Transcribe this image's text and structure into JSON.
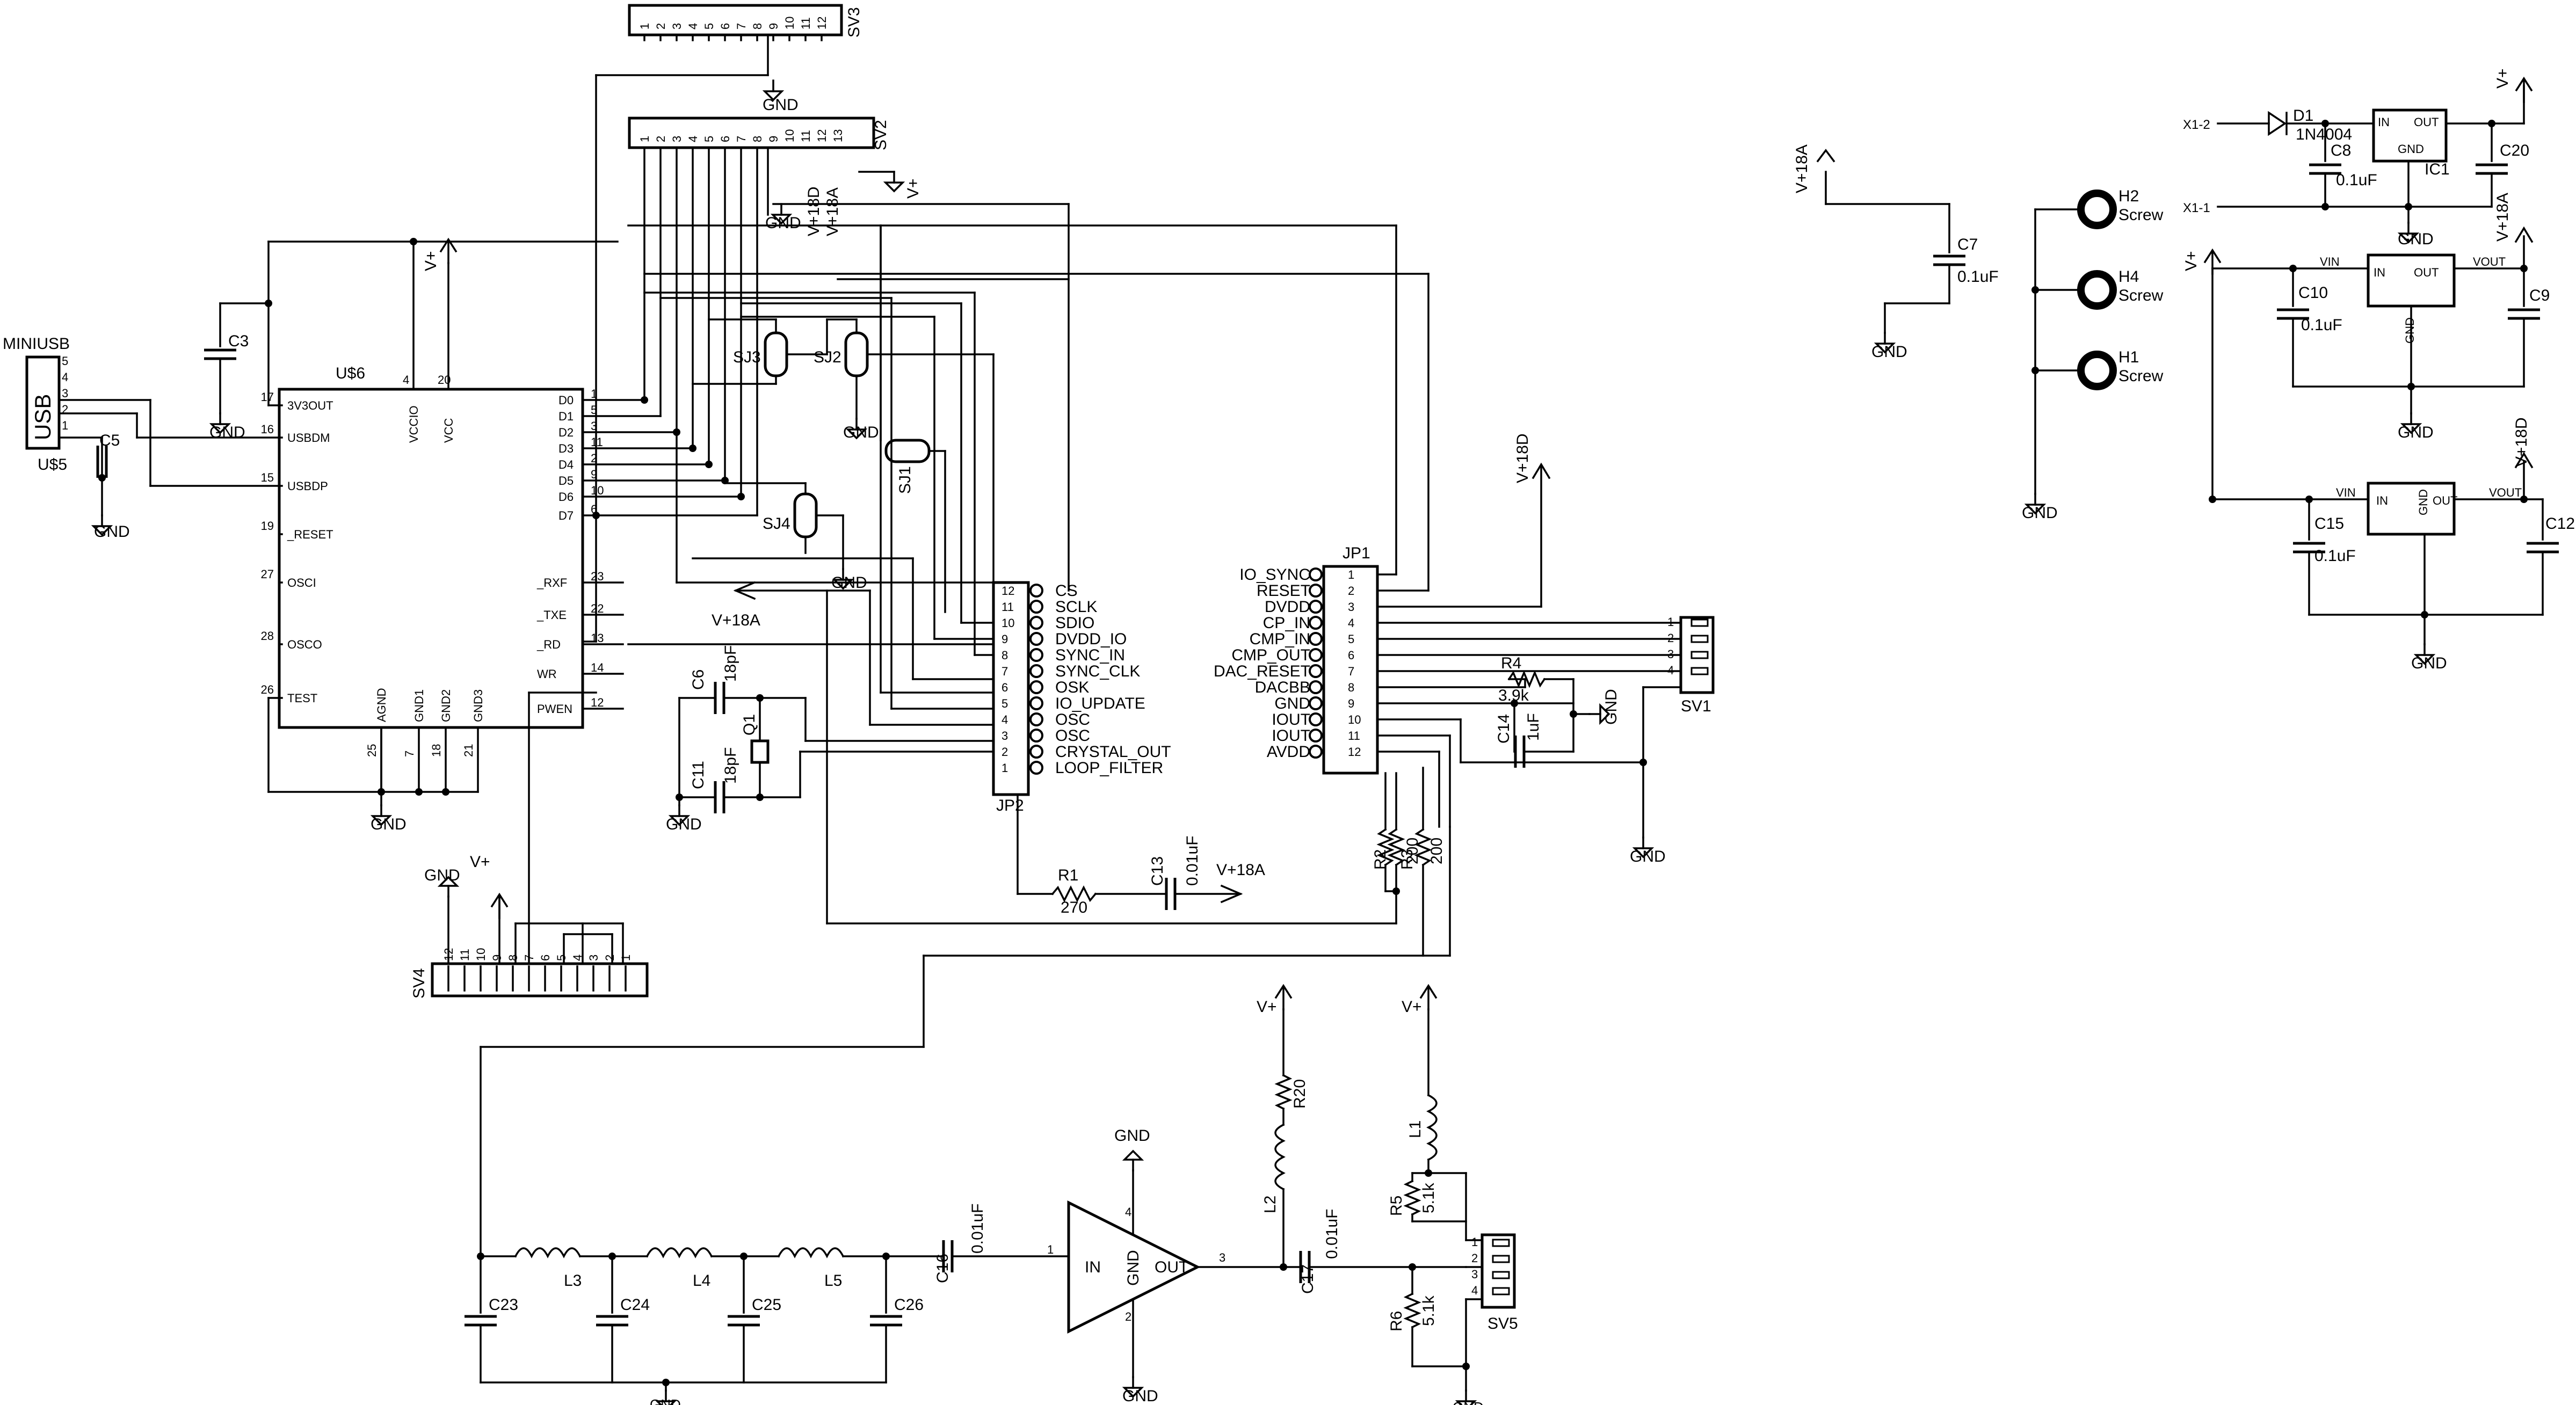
{
  "parts": {
    "u6": {
      "ref": "U$6",
      "left_pins": [
        "3V3OUT",
        "USBDM",
        "USBDP",
        "_RESET",
        "OSCI",
        "OSCO",
        "TEST"
      ],
      "left_nums": [
        "17",
        "16",
        "15",
        "19",
        "27",
        "28",
        "26"
      ],
      "right_pins": [
        "D0",
        "D1",
        "D2",
        "D3",
        "D4",
        "D5",
        "D6",
        "D7"
      ],
      "right_nums": [
        "1",
        "5",
        "3",
        "11",
        "2",
        "9",
        "10",
        "6"
      ],
      "right_pins2": [
        "_RXF",
        "_TXE",
        "_RD",
        "WR",
        "PWEN"
      ],
      "right_nums2": [
        "23",
        "22",
        "13",
        "14",
        "12"
      ],
      "top_pins": [
        "VCCIO",
        "VCC"
      ],
      "top_nums": [
        "4",
        "20"
      ],
      "bot_pins": [
        "AGND",
        "GND1",
        "GND2",
        "GND3"
      ],
      "bot_nums": [
        "25",
        "7",
        "18",
        "21"
      ]
    },
    "usb": {
      "conn": "MINIUSB",
      "body": "USB",
      "ref": "U$5",
      "pins": [
        "5",
        "4",
        "3",
        "2",
        "1"
      ]
    },
    "jp1": {
      "ref": "JP1",
      "pins": [
        "IO_SYNC",
        "RESET",
        "DVDD",
        "CP_IN",
        "CMP_IN",
        "CMP_OUT",
        "DAC_RESET",
        "DACBB",
        "GND",
        "IOUT",
        "IOUT",
        "AVDD"
      ]
    },
    "jp2": {
      "ref": "JP2",
      "pins": [
        "CS",
        "SCLK",
        "SDIO",
        "DVDD_IO",
        "SYNC_IN",
        "SYNC_CLK",
        "OSK",
        "IO_UPDATE",
        "OSC",
        "OSC",
        "CRYSTAL_OUT",
        "LOOP_FILTER"
      ],
      "nums": [
        "12",
        "11",
        "10",
        "9",
        "8",
        "7",
        "6",
        "5",
        "4",
        "3",
        "2",
        "1"
      ]
    },
    "sv1": {
      "ref": "SV1",
      "pins": [
        "1",
        "2",
        "3",
        "4"
      ]
    },
    "sv2": {
      "ref": "SV2",
      "pins": [
        "1",
        "2",
        "3",
        "4",
        "5",
        "6",
        "7",
        "8",
        "9",
        "10",
        "11",
        "12",
        "13"
      ]
    },
    "sv3": {
      "ref": "SV3",
      "pins": [
        "1",
        "2",
        "3",
        "4",
        "5",
        "6",
        "7",
        "8",
        "9",
        "10",
        "11",
        "12"
      ]
    },
    "sv4": {
      "ref": "SV4",
      "pins": [
        "12",
        "11",
        "10",
        "9",
        "8",
        "7",
        "6",
        "5",
        "4",
        "3",
        "2",
        "1"
      ]
    },
    "sv5": {
      "ref": "SV5",
      "pins": [
        "1",
        "2",
        "3",
        "4"
      ]
    },
    "jumpers": [
      "SJ1",
      "SJ2",
      "SJ3",
      "SJ4"
    ],
    "passives": {
      "c3": "C3",
      "c5": "C5",
      "c6": "C6",
      "c6v": "18pF",
      "c11": "C11",
      "c11v": "18pF",
      "q1": "Q1",
      "r1": "R1",
      "r1v": "270",
      "c13": "C13",
      "c13v": "0.01uF",
      "r4": "R4",
      "r4v": "3.9k",
      "c14": "C14",
      "c14v": "1uF",
      "r2": "R2",
      "r3": "R3",
      "r3v": "200",
      "r2v": "200",
      "c7": "C7",
      "c7v": "0.1uF",
      "d1": "D1",
      "d1v": "1N4004",
      "ic1": "IC1",
      "c8": "C8",
      "c8v": "0.1uF",
      "c20": "C20",
      "c10": "C10",
      "c10v": "0.1uF",
      "c9": "C9",
      "c15": "C15",
      "c15v": "0.1uF",
      "c12": "C12",
      "h1": "H1",
      "h2": "H2",
      "h4": "H4",
      "screw": "Screw",
      "c16": "C16",
      "c16v": "0.01uF",
      "c17": "C17",
      "c17v": "0.01uF",
      "l1": "L1",
      "l2": "L2",
      "l3": "L3",
      "l4": "L4",
      "l5": "L5",
      "r20": "R20",
      "r5": "R5",
      "r5v": "5.1k",
      "r6": "R6",
      "r6v": "5.1k",
      "c23": "C23",
      "c24": "C24",
      "c25": "C25",
      "c26": "C26"
    },
    "amp": {
      "in": "IN",
      "out": "OUT",
      "gnd": "GND",
      "pin1": "1",
      "pin2": "2",
      "pin3": "3",
      "pin4": "4"
    },
    "reg": {
      "in": "IN",
      "out": "OUT",
      "gnd": "GND",
      "vin": "VIN",
      "vout": "VOUT",
      "x12": "X1-2",
      "x11": "X1-1"
    }
  },
  "nets": {
    "gnd": "GND",
    "vplus": "V+",
    "v18a": "V+18A",
    "v18d": "V+18D"
  }
}
